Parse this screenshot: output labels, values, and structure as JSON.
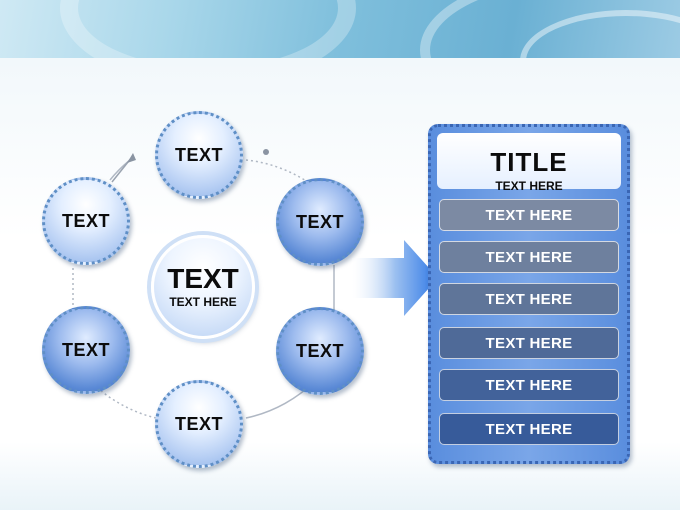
{
  "cycle": {
    "nodes": [
      {
        "label": "TEXT",
        "style": "light"
      },
      {
        "label": "TEXT",
        "style": "dark"
      },
      {
        "label": "TEXT",
        "style": "dark"
      },
      {
        "label": "TEXT",
        "style": "light"
      },
      {
        "label": "TEXT",
        "style": "dark"
      },
      {
        "label": "TEXT",
        "style": "light"
      }
    ],
    "center": {
      "title": "TEXT",
      "subtitle": "TEXT HERE"
    }
  },
  "panel": {
    "title": "TITLE",
    "subtitle": "TEXT HERE",
    "items": [
      {
        "label": "TEXT HERE",
        "color": "#7c8aa3"
      },
      {
        "label": "TEXT HERE",
        "color": "#6e809e"
      },
      {
        "label": "TEXT HERE",
        "color": "#5f7599"
      },
      {
        "label": "TEXT HERE",
        "color": "#4f6a98"
      },
      {
        "label": "TEXT HERE",
        "color": "#42629a"
      },
      {
        "label": "TEXT HERE",
        "color": "#375b9a"
      }
    ]
  },
  "colors": {
    "accent": "#3a7be0",
    "ring": "#5f8fc6"
  }
}
